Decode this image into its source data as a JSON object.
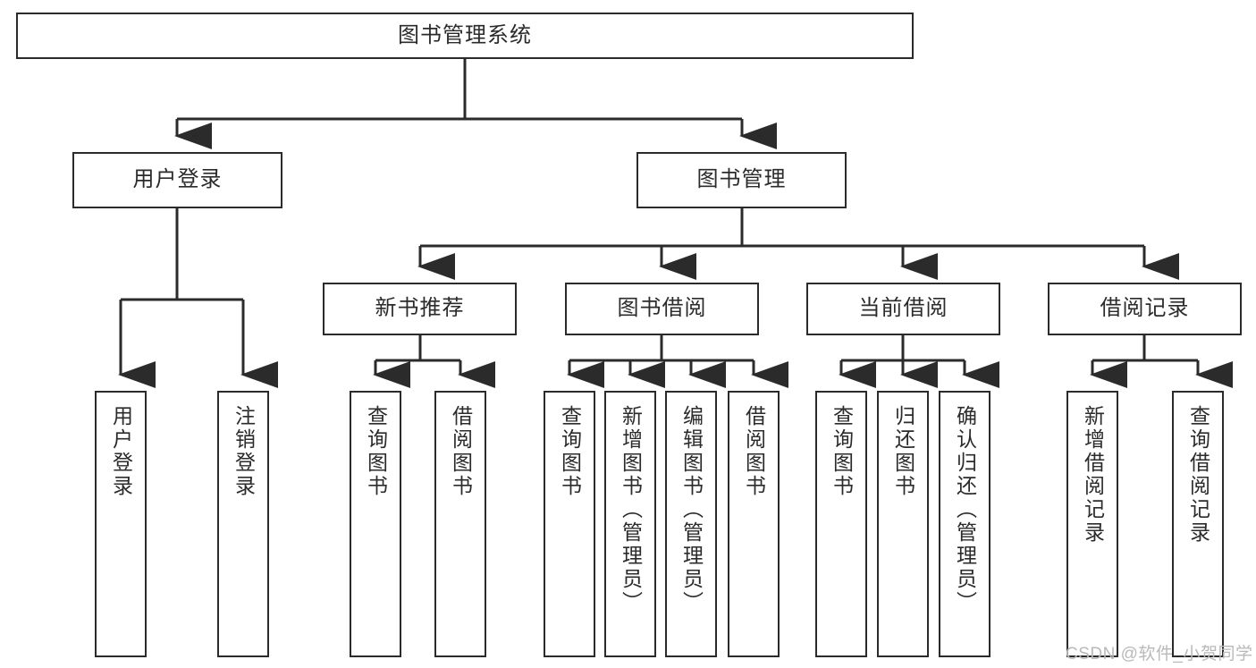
{
  "diagram": {
    "title": "图书管理系统",
    "type": "tree-hierarchy-diagram",
    "accent_color": "#2b2b2b",
    "background_color": "#ffffff",
    "levels": {
      "root": {
        "label": "图书管理系统"
      },
      "level2": [
        {
          "label": "用户登录"
        },
        {
          "label": "图书管理"
        }
      ],
      "level3": [
        {
          "label": "新书推荐"
        },
        {
          "label": "图书借阅"
        },
        {
          "label": "当前借阅"
        },
        {
          "label": "借阅记录"
        }
      ],
      "leaves": {
        "user_login": [
          {
            "label": "用户登录"
          },
          {
            "label": "注销登录"
          }
        ],
        "new_book_recommend": [
          {
            "label": "查询图书"
          },
          {
            "label": "借阅图书"
          }
        ],
        "book_borrow": [
          {
            "label": "查询图书"
          },
          {
            "label": "新增图书（管理员）"
          },
          {
            "label": "编辑图书（管理员）"
          },
          {
            "label": "借阅图书"
          }
        ],
        "current_borrow": [
          {
            "label": "查询图书"
          },
          {
            "label": "归还图书"
          },
          {
            "label": "确认归还（管理员）"
          }
        ],
        "borrow_record": [
          {
            "label": "新增借阅记录"
          },
          {
            "label": "查询借阅记录"
          }
        ]
      }
    }
  },
  "watermark": {
    "text": "CSDN @软件_小贺同学"
  }
}
